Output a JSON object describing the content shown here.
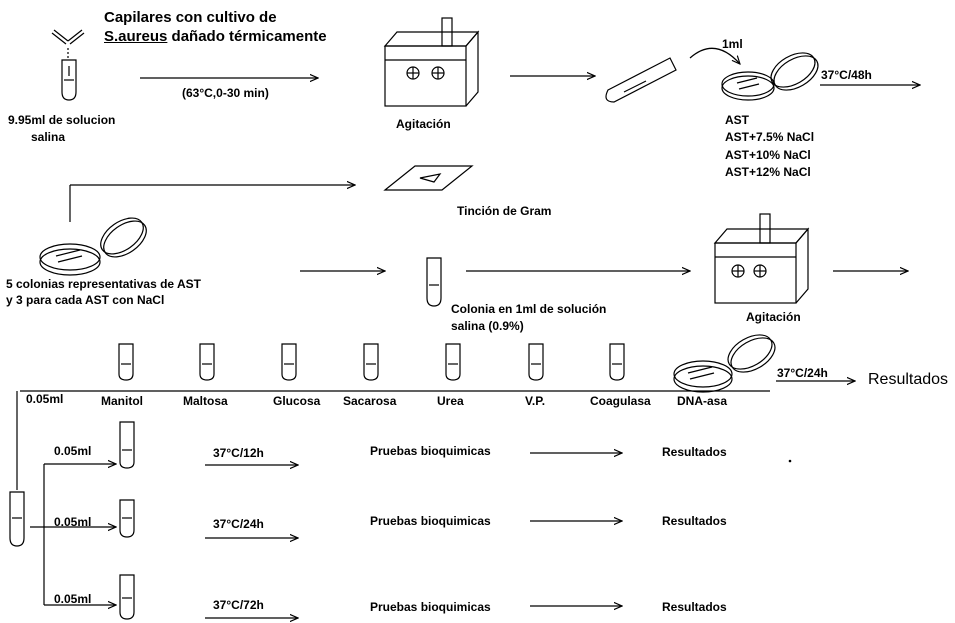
{
  "top": {
    "capillary_line1": "Capilares con cultivo de",
    "organism": "S.aureus",
    "capillary_line2_rest": " dañado térmicamente",
    "heat_condition": "(63°C,0-30 min)",
    "saline_line1": "9.95ml de solucion",
    "saline_line2": "salina",
    "agitation": "Agitación",
    "transfer_volume": "1ml",
    "incubation": "37°C/48h",
    "media": [
      "AST",
      "AST+7.5% NaCl",
      "AST+10% NaCl",
      "AST+12% NaCl"
    ]
  },
  "middle": {
    "gram_stain": "Tinción de Gram",
    "colonies_line1": "5 colonias representativas de AST",
    "colonies_line2": "y 3 para cada AST con NaCl",
    "colony_saline_line1": "Colonia en 1ml de solución",
    "colony_saline_line2": "salina (0.9%)",
    "agitation": "Agitación"
  },
  "tests_row": {
    "volume": "0.05ml",
    "tests": [
      "Manitol",
      "Maltosa",
      "Glucosa",
      "Sacarosa",
      "Urea",
      "V.P.",
      "Coagulasa",
      "DNA-asa"
    ],
    "incubation": "37°C/24h",
    "results": "Resultados"
  },
  "bottom": {
    "rows": [
      {
        "volume": "0.05ml",
        "incubation": "37°C/12h",
        "tests": "Pruebas bioquimicas",
        "results": "Resultados"
      },
      {
        "volume": "0.05ml",
        "incubation": "37°C/24h",
        "tests": "Pruebas bioquimicas",
        "results": "Resultados"
      },
      {
        "volume": "0.05ml",
        "incubation": "37°C/72h",
        "tests": "Pruebas bioquimicas",
        "results": "Resultados"
      }
    ]
  }
}
